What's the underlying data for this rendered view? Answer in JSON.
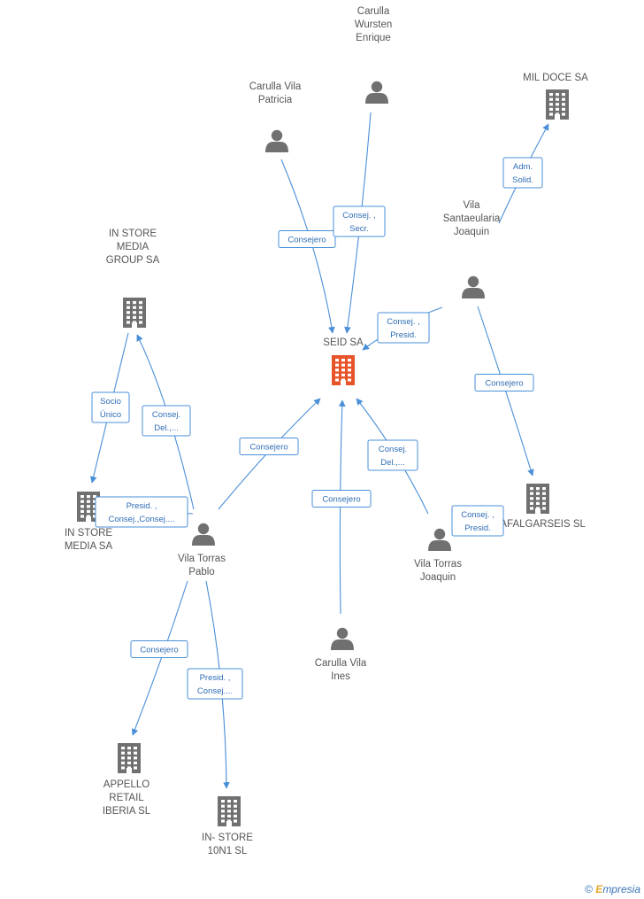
{
  "colors": {
    "person": "#707070",
    "company": "#707070",
    "focus_company": "#e8542a",
    "edge": "#4a8fd8",
    "edge_text": "#2f6db5",
    "label": "#555555"
  },
  "nodes": [
    {
      "id": "seid",
      "type": "company",
      "focus": true,
      "label": [
        "SEID SA"
      ]
    },
    {
      "id": "carulla-wursten",
      "type": "person",
      "label": [
        "Carulla",
        "Wursten",
        "Enrique"
      ]
    },
    {
      "id": "carulla-patricia",
      "type": "person",
      "label": [
        "Carulla Vila",
        "Patricia"
      ]
    },
    {
      "id": "mil-doce",
      "type": "company",
      "label": [
        "MIL DOCE SA"
      ]
    },
    {
      "id": "santaeularia",
      "type": "person",
      "label": [
        "Vila",
        "Santaeularia",
        "Joaquin"
      ]
    },
    {
      "id": "instore-group",
      "type": "company",
      "label": [
        "IN STORE",
        "MEDIA",
        "GROUP SA"
      ]
    },
    {
      "id": "instore-media",
      "type": "company",
      "label": [
        "IN STORE",
        "MEDIA SA"
      ]
    },
    {
      "id": "trafalgarseis",
      "type": "company",
      "label": [
        "TRAFALGARSEIS SL"
      ]
    },
    {
      "id": "vila-pablo",
      "type": "person",
      "label": [
        "Vila Torras",
        "Pablo"
      ]
    },
    {
      "id": "vila-joaquin",
      "type": "person",
      "label": [
        "Vila Torras",
        "Joaquin"
      ]
    },
    {
      "id": "carulla-ines",
      "type": "person",
      "label": [
        "Carulla Vila",
        "Ines"
      ]
    },
    {
      "id": "appello",
      "type": "company",
      "label": [
        "APPELLO",
        "RETAIL",
        "IBERIA SL"
      ]
    },
    {
      "id": "instore-10n1",
      "type": "company",
      "label": [
        "IN- STORE",
        "10N1  SL"
      ]
    }
  ],
  "edges": [
    {
      "from": "carulla-patricia",
      "to": "seid",
      "label": [
        "Consejero"
      ]
    },
    {
      "from": "carulla-wursten",
      "to": "seid",
      "label": [
        "Consej. ,",
        "Secr."
      ]
    },
    {
      "from": "santaeularia",
      "to": "seid",
      "label": [
        "Consej. ,",
        "Presid."
      ]
    },
    {
      "from": "santaeularia",
      "to": "mil-doce",
      "label": [
        "Adm.",
        "Solid."
      ]
    },
    {
      "from": "santaeularia",
      "to": "trafalgarseis",
      "label": [
        "Consejero"
      ]
    },
    {
      "from": "vila-pablo",
      "to": "seid",
      "label": [
        "Consejero"
      ]
    },
    {
      "from": "vila-pablo",
      "to": "instore-group",
      "label": [
        "Consej.",
        "Del.,..."
      ]
    },
    {
      "from": "instore-group",
      "to": "instore-media",
      "label": [
        "Socio",
        "Único"
      ]
    },
    {
      "from": "vila-pablo",
      "to": "instore-media",
      "label": [
        "Presid. ,",
        "Consej.,Consej...."
      ]
    },
    {
      "from": "vila-pablo",
      "to": "appello",
      "label": [
        "Consejero"
      ]
    },
    {
      "from": "vila-pablo",
      "to": "instore-10n1",
      "label": [
        "Presid. ,",
        "Consej...."
      ]
    },
    {
      "from": "carulla-ines",
      "to": "seid",
      "label": [
        "Consejero"
      ]
    },
    {
      "from": "vila-joaquin",
      "to": "seid",
      "label": [
        "Consej.",
        "Del.,..."
      ]
    },
    {
      "from": "vila-joaquin",
      "to": "trafalgarseis",
      "label": [
        "Consej. ,",
        "Presid."
      ]
    }
  ],
  "footer": {
    "symbol": "©",
    "brand_initial": "E",
    "brand_rest": "mpresia"
  }
}
